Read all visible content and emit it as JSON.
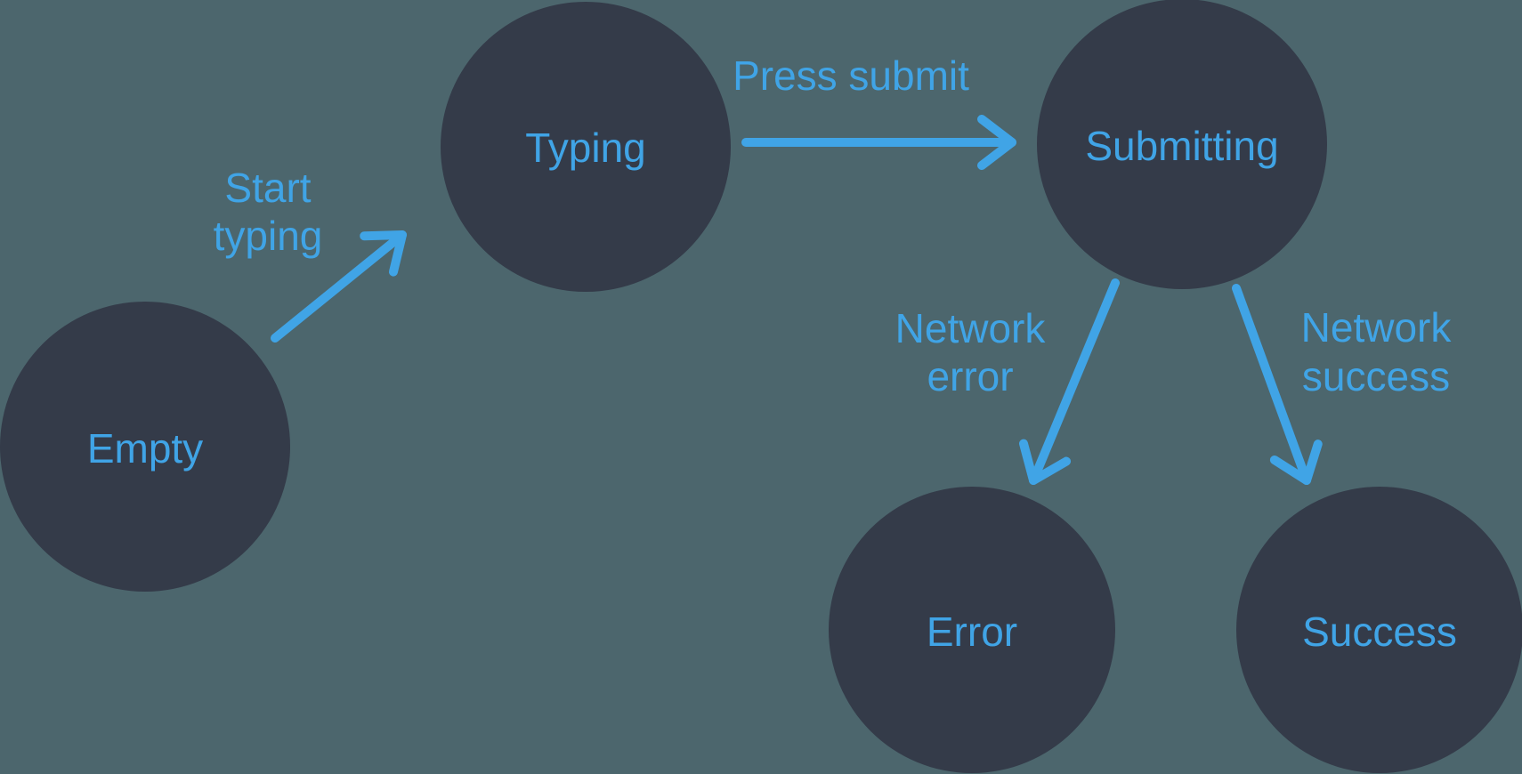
{
  "colors": {
    "background": "#4C666D",
    "node_fill": "#343B49",
    "accent_blue": "#40A4E6"
  },
  "nodes": [
    {
      "id": "empty",
      "label": "Empty"
    },
    {
      "id": "typing",
      "label": "Typing"
    },
    {
      "id": "submitting",
      "label": "Submitting"
    },
    {
      "id": "error",
      "label": "Error"
    },
    {
      "id": "success",
      "label": "Success"
    }
  ],
  "edges": [
    {
      "id": "start-typing",
      "from": "empty",
      "to": "typing",
      "label_lines": [
        "Start",
        "typing"
      ]
    },
    {
      "id": "press-submit",
      "from": "typing",
      "to": "submitting",
      "label_lines": [
        "Press submit"
      ]
    },
    {
      "id": "network-error",
      "from": "submitting",
      "to": "error",
      "label_lines": [
        "Network",
        "error"
      ]
    },
    {
      "id": "network-success",
      "from": "submitting",
      "to": "success",
      "label_lines": [
        "Network",
        "success"
      ]
    }
  ]
}
